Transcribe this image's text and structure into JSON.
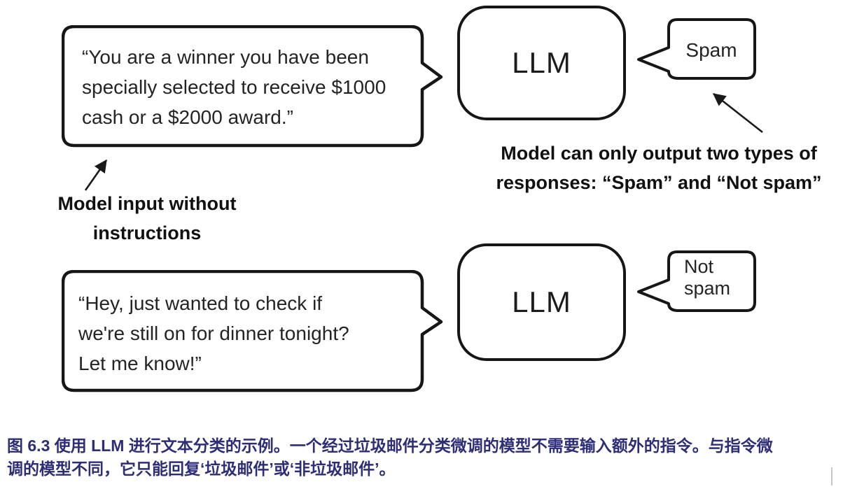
{
  "figure": {
    "example1": {
      "input_lines": [
        "“You are a winner you have been",
        "specially selected to receive $1000",
        "cash or a $2000 award.”"
      ],
      "model_label": "LLM",
      "output_lines": [
        "Spam"
      ]
    },
    "example2": {
      "input_lines": [
        "“Hey, just wanted to check if",
        "we're still on for dinner tonight?",
        "Let me know!”"
      ],
      "model_label": "LLM",
      "output_lines": [
        "Not",
        "spam"
      ]
    },
    "annotations": {
      "input_note_lines": [
        "Model input without",
        "instructions"
      ],
      "output_note_lines": [
        "Model can only output two types of",
        "responses: “Spam” and “Not spam”"
      ]
    },
    "caption_lines": [
      "图 6.3 使用 LLM 进行文本分类的示例。一个经过垃圾邮件分类微调的模型不需要输入额外的指令。与指令微",
      "调的模型不同，它只能回复‘垃圾邮件’或‘非垃圾邮件’。"
    ],
    "colors": {
      "stroke": "#161616",
      "caption": "#2e2e78"
    }
  }
}
